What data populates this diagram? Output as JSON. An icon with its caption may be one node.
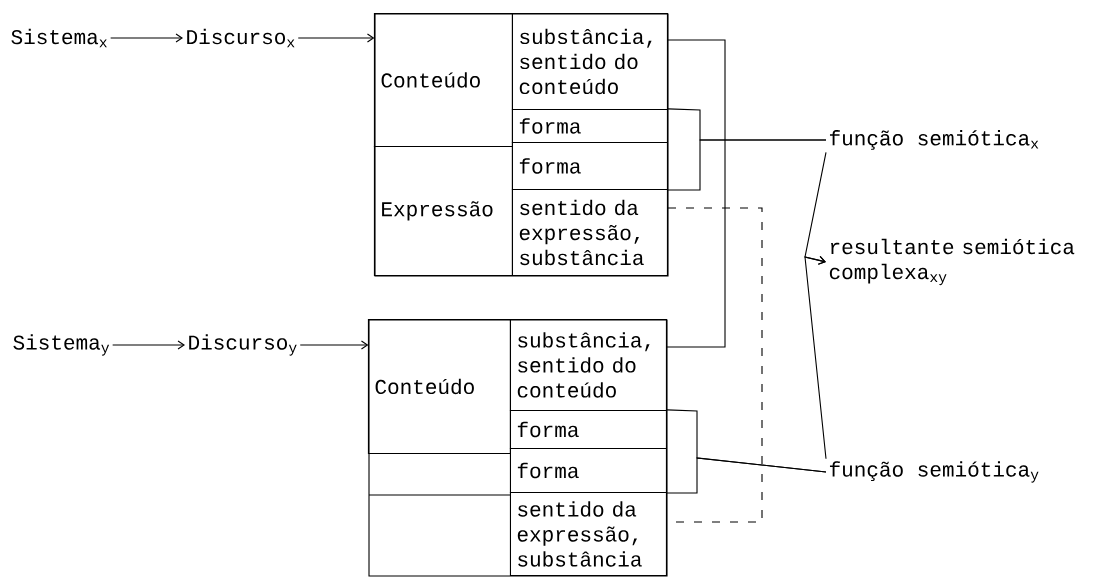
{
  "diagram": {
    "nodes": [
      {
        "text": [
          "Sistema$_{x}$"
        ]
      },
      {
        "text": [
          "Discurso$_{x}$"
        ]
      },
      {
        "text": [],
        "shape": "box"
      },
      {
        "text": [
          "Conteúdo"
        ],
        "in": 2
      },
      {
        "text": [
          "substância, sentido do conteúdo"
        ],
        "in": 2
      },
      {
        "text": [
          "forma"
        ],
        "in": 2
      },
      {
        "text": [
          "Expressão"
        ],
        "in": 2
      },
      {
        "text": [
          "forma"
        ],
        "in": 2
      },
      {
        "text": [
          "sentido da expressão, substância"
        ],
        "in": 2
      },
      {
        "text": [
          "função semiótica$_{x}$"
        ]
      },
      {
        "text": [
          "resultante semiótica complexa$_{xy}$"
        ]
      },
      {
        "text": [
          "Sistema$_{y}$"
        ]
      },
      {
        "text": [
          "Discurso$_{y}$"
        ]
      },
      {
        "text": [],
        "shape": "box"
      },
      {
        "text": [
          "Conteúdo"
        ],
        "in": 13
      },
      {
        "text": [
          "substância, sentido do conteúdo"
        ],
        "in": 13
      },
      {
        "text": [
          "forma"
        ],
        "in": 13
      },
      {
        "text": [
          "forma"
        ],
        "in": 13
      },
      {
        "text": [
          "sentido da expressão, substância"
        ],
        "in": 13
      },
      {
        "text": [
          "função semiótica$_{y}$"
        ]
      }
    ],
    "edges": [
      {
        "from": 0,
        "to": 1,
        "arrow": "to"
      },
      {
        "from": 1,
        "to": 2,
        "arrow": "to"
      },
      {
        "from": 11,
        "to": 12,
        "arrow": "to"
      },
      {
        "from": 12,
        "to": 13,
        "arrow": "to"
      },
      {
        "from": 5,
        "to": 9,
        "arrow": "none"
      },
      {
        "from": 7,
        "to": 9,
        "arrow": "none"
      },
      {
        "from": 4,
        "to": 15,
        "arrow": "none"
      },
      {
        "from": 8,
        "to": 18,
        "arrow": "none",
        "style": "dashed"
      },
      {
        "from": 16,
        "to": 19,
        "arrow": "none"
      },
      {
        "from": 17,
        "to": 19,
        "arrow": "none"
      },
      {
        "from": 9,
        "to": 10,
        "arrow": "to"
      },
      {
        "from": 19,
        "to": 10,
        "arrow": "to"
      }
    ]
  }
}
